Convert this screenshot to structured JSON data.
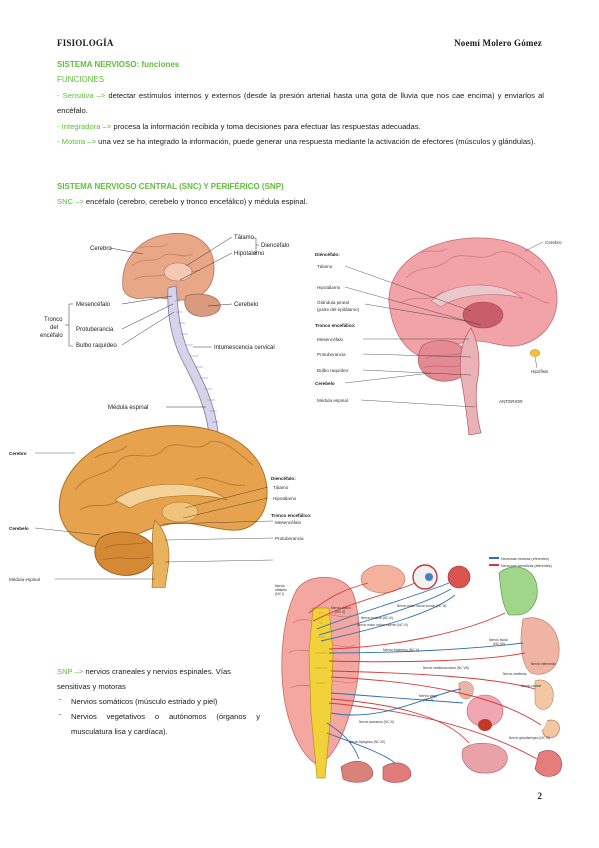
{
  "header": {
    "subject": "FISIOLOGÍA",
    "author": "Noemí Molero Gómez"
  },
  "section1": {
    "title": "SISTEMA NERVIOSO: funciones",
    "subtitle": "FUNCIONES",
    "items": [
      {
        "term": "- Sensitiva –>",
        "text": " detectar estímulos internos y externos (desde la presión arterial hasta una gota de lluvia que nos cae encima) y enviarlos al encéfalo."
      },
      {
        "term": "- Integradora –>",
        "text": " procesa la información recibida y toma decisiones para efectuar las respuestas adecuadas."
      },
      {
        "term": "- Motora –>",
        "text": " una vez se ha integrado la información, puede generar una respuesta mediante la activación de efectores (músculos y glándulas)."
      }
    ]
  },
  "section2": {
    "title": "SISTEMA NERVIOSO CENTRAL (SNC) Y PERIFÉRICO (SNP)",
    "snc_term": "SNC –>",
    "snc_text": " encéfalo (cerebro, cerebelo y tronco encefálico) y médula espinal."
  },
  "fig1": {
    "cerebro": "Cerebro",
    "talamo": "Tálamo",
    "hipotalamo": "Hipotálamo",
    "diencefalo": "Diencéfalo",
    "cerebelo": "Cerebelo",
    "mesencefalo": "Mesencéfalo",
    "protuberancia": "Protuberancia",
    "bulbo": "Bulbo raquídeo",
    "tronco1": "Tronco",
    "tronco2": "del",
    "tronco3": "encéfalo",
    "intumescencia": "Intumescencia cervical",
    "medula": "Médula espinal"
  },
  "fig2": {
    "cerebro": "Cerebro",
    "diencefalo": "Diencéfalo:",
    "talamo": "Tálamo",
    "hipotalamo": "Hipotálamo",
    "glandula1": "Glándula pineal",
    "glandula2": "(parte del epitálamo)",
    "tronco": "Tronco encefálico:",
    "mesencefalo": "Mesencéfalo",
    "protuberancia": "Protuberancia",
    "bulbo": "Bulbo raquídeo",
    "cerebelo": "Cerebelo",
    "medula": "Médula espinal",
    "hipofisis": "Hipófisis",
    "anterior": "ANTERIOR"
  },
  "fig3": {
    "cerebro": "Cerebro",
    "cerebelo": "Cerebelo",
    "medula": "Médula espinal",
    "diencefalo": "Diencéfalo:",
    "talamo": "Tálamo",
    "hipotalamo": "Hipotálamo",
    "tronco": "Tronco encefálico:",
    "mesencefalo": "Mesencéfalo",
    "protuberancia": "Protuberancia",
    "bulbo": "Bulbo raquídeo"
  },
  "fig4": {
    "legend_motor": "Neuronas motoras (eferentes)",
    "legend_sens": "Neuronas sensitivas (aferentes)",
    "n1a": "Nervio",
    "n1b": "olfatorio",
    "n1c": "(NC I)",
    "n2a": "Nervio óptico",
    "n2b": "(NC II)",
    "n3": "Nervio motor ocular común (NC III)",
    "n4": "Nervio troclear (NC IV)",
    "n6": "Nervio motor ocular externo (NC VI)",
    "n5": "Nervio trigémino (NC V)",
    "n7a": "Nervio facial",
    "n7b": "(NC VII)",
    "n8": "Nervio vestibulococlear (NC VIII)",
    "interm": "Nervio intermedio",
    "vestib": "Nervio vestibular",
    "coclear": "Nervio coclear",
    "n10a": "Nervio vago",
    "n10b": "(NC X)",
    "n11": "Nervio accesorio (NC XI)",
    "n12": "Nervio hipogloso (NC XII)",
    "n9": "Nervio glosofaríngeo (NC IX)"
  },
  "snp": {
    "term": "SNP –>",
    "text": " nervios craneales y nervios espinales. Vías sensitivas y motoras",
    "items": [
      "Nervios somáticos (músculo estriado y piel)",
      "Nervios vegetativos o autónomos (órganos y musculatura lisa y cardíaca)."
    ]
  },
  "page_number": "2",
  "colors": {
    "accent": "#5fbf3a"
  }
}
